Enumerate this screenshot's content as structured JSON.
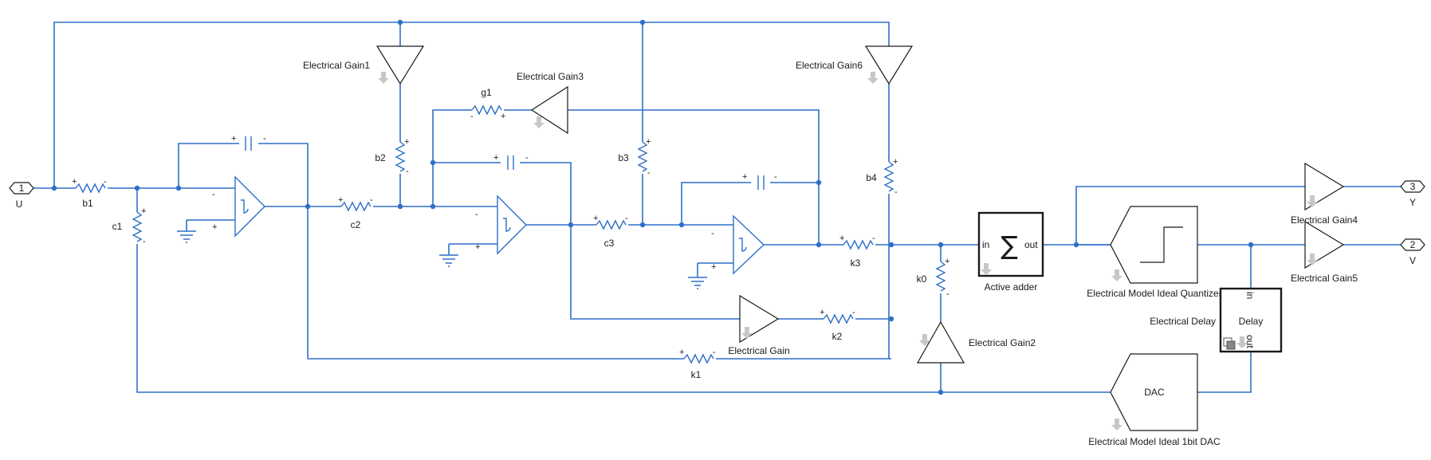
{
  "ports": {
    "u": {
      "number": "1",
      "label": "U"
    },
    "y": {
      "number": "3",
      "label": "Y"
    },
    "v": {
      "number": "2",
      "label": "V"
    }
  },
  "resistors": {
    "b1": "b1",
    "b2": "b2",
    "b3": "b3",
    "b4": "b4",
    "c1": "c1",
    "c2": "c2",
    "c3": "c3",
    "g1": "g1",
    "k0": "k0",
    "k1": "k1",
    "k2": "k2",
    "k3": "k3"
  },
  "gains": {
    "gain1": "Electrical Gain1",
    "gain3": "Electrical Gain3",
    "gain6": "Electrical Gain6",
    "gain": "Electrical Gain",
    "gain2": "Electrical Gain2",
    "gain4": "Electrical Gain4",
    "gain5": "Electrical Gain5"
  },
  "blocks": {
    "adder": {
      "label": "Active adder",
      "in": "in",
      "out": "out",
      "symbol": "∑"
    },
    "quantizer": {
      "label": "Electrical Model Ideal Quantizer"
    },
    "delay": {
      "label": "Electrical Delay",
      "text": "Delay",
      "in": "in",
      "out": "out"
    },
    "dac": {
      "label": "Electrical Model Ideal 1bit DAC",
      "text": "DAC"
    }
  },
  "signs": {
    "plus": "+",
    "minus": "-"
  },
  "colors": {
    "wire": "#2f6fc9",
    "block": "#1a1a1a",
    "background": "#ffffff"
  }
}
